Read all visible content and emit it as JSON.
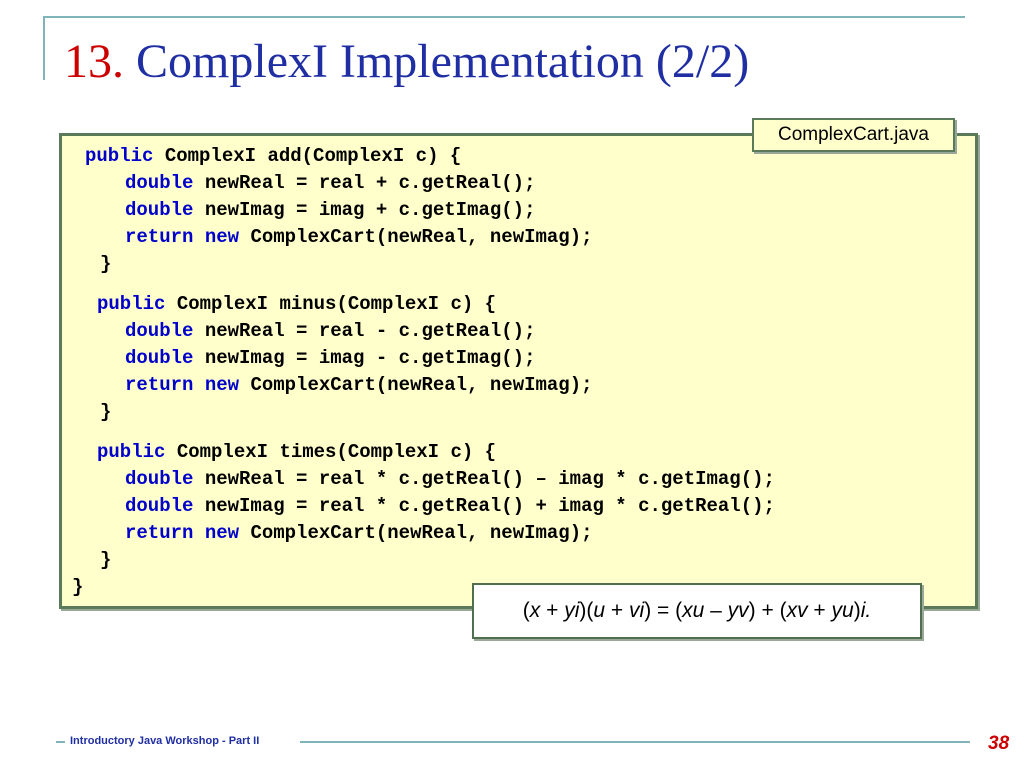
{
  "slide": {
    "title_number": "13.",
    "title_text": "ComplexI Implementation (2/2)",
    "file_label": "ComplexCart.java",
    "code_lines": [
      [
        {
          "k": "public"
        },
        {
          "t": " ComplexI add(ComplexI c) {"
        }
      ],
      [
        {
          "k": "double"
        },
        {
          "t": " newReal = real + c.getReal();"
        }
      ],
      [
        {
          "k": "double"
        },
        {
          "t": " newImag = imag + c.getImag();"
        }
      ],
      [
        {
          "k": "return"
        },
        {
          "t": " "
        },
        {
          "k": "new"
        },
        {
          "t": " ComplexCart(newReal, newImag);"
        }
      ],
      [
        {
          "t": "}"
        }
      ],
      [
        {
          "k": "public"
        },
        {
          "t": " ComplexI minus(ComplexI c) {"
        }
      ],
      [
        {
          "k": "double"
        },
        {
          "t": " newReal = real - c.getReal();"
        }
      ],
      [
        {
          "k": "double"
        },
        {
          "t": " newImag = imag - c.getImag();"
        }
      ],
      [
        {
          "k": "return"
        },
        {
          "t": " "
        },
        {
          "k": "new"
        },
        {
          "t": " ComplexCart(newReal, newImag);"
        }
      ],
      [
        {
          "t": "}"
        }
      ],
      [
        {
          "k": "public"
        },
        {
          "t": " ComplexI times(ComplexI c) {"
        }
      ],
      [
        {
          "k": "double"
        },
        {
          "t": " newReal = real * c.getReal() – imag * c.getImag();"
        }
      ],
      [
        {
          "k": "double"
        },
        {
          "t": " newImag = real * c.getReal() + imag * c.getReal();"
        }
      ],
      [
        {
          "k": "return"
        },
        {
          "t": " "
        },
        {
          "k": "new"
        },
        {
          "t": " ComplexCart(newReal, newImag);"
        }
      ],
      [
        {
          "t": "}"
        }
      ],
      [
        {
          "t": "}"
        }
      ]
    ],
    "formula_parts": [
      {
        "t": "("
      },
      {
        "i": "x"
      },
      {
        "t": " + "
      },
      {
        "i": "yi"
      },
      {
        "t": ")("
      },
      {
        "i": "u"
      },
      {
        "t": " + "
      },
      {
        "i": "vi"
      },
      {
        "t": ") = ("
      },
      {
        "i": "xu"
      },
      {
        "t": " – "
      },
      {
        "i": "yv"
      },
      {
        "t": ") + ("
      },
      {
        "i": "xv"
      },
      {
        "t": " + "
      },
      {
        "i": "yu"
      },
      {
        "t": ")"
      },
      {
        "i": "i."
      }
    ],
    "footer_text": "Introductory Java Workshop - Part II",
    "page_number": "38"
  },
  "colors": {
    "title_number": "#cc0000",
    "title_text": "#1f2ea3",
    "keyword": "#0000cc",
    "code_background": "#ffffcc",
    "accent_line": "#7fb5b8",
    "page_number": "#cc0000"
  }
}
